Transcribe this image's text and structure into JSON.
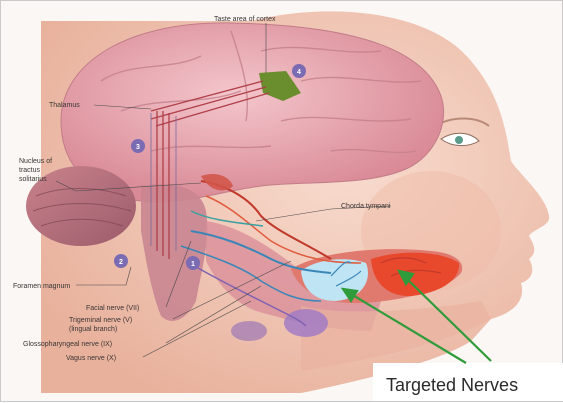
{
  "diagram": {
    "labels": {
      "taste_area": "Taste area of cortex",
      "thalamus": "Thalamus",
      "nucleus_line1": "Nucleus of",
      "nucleus_line2": "tractus",
      "nucleus_line3": "solitarius",
      "chorda_tympani": "Chorda tympani",
      "foramen_magnum": "Foramen magnum",
      "facial_nerve": "Facial nerve (VII)",
      "trigeminal_line1": "Trigeminal nerve (V)",
      "trigeminal_line2": "(lingual branch)",
      "glossopharyngeal": "Glossopharyngeal nerve (IX)",
      "vagus": "Vagus nerve (X)"
    },
    "markers": {
      "m_cortex": "4",
      "m_brainstem": "3",
      "m_foramen": "2",
      "m_nerve": "1"
    },
    "annotation": "Targeted Nerves",
    "colors": {
      "skin": "#f1c4b4",
      "brain": "#e7a8b0",
      "tongue_red": "#e8492c",
      "tongue_blue": "#bfe4f3",
      "nerve_blue": "#3a86b8",
      "nerve_red": "#c0392b",
      "taste_area_green": "#6a8d2e",
      "arrow_green": "#2f9b3a",
      "marker_purple": "#7b6bb3"
    }
  }
}
